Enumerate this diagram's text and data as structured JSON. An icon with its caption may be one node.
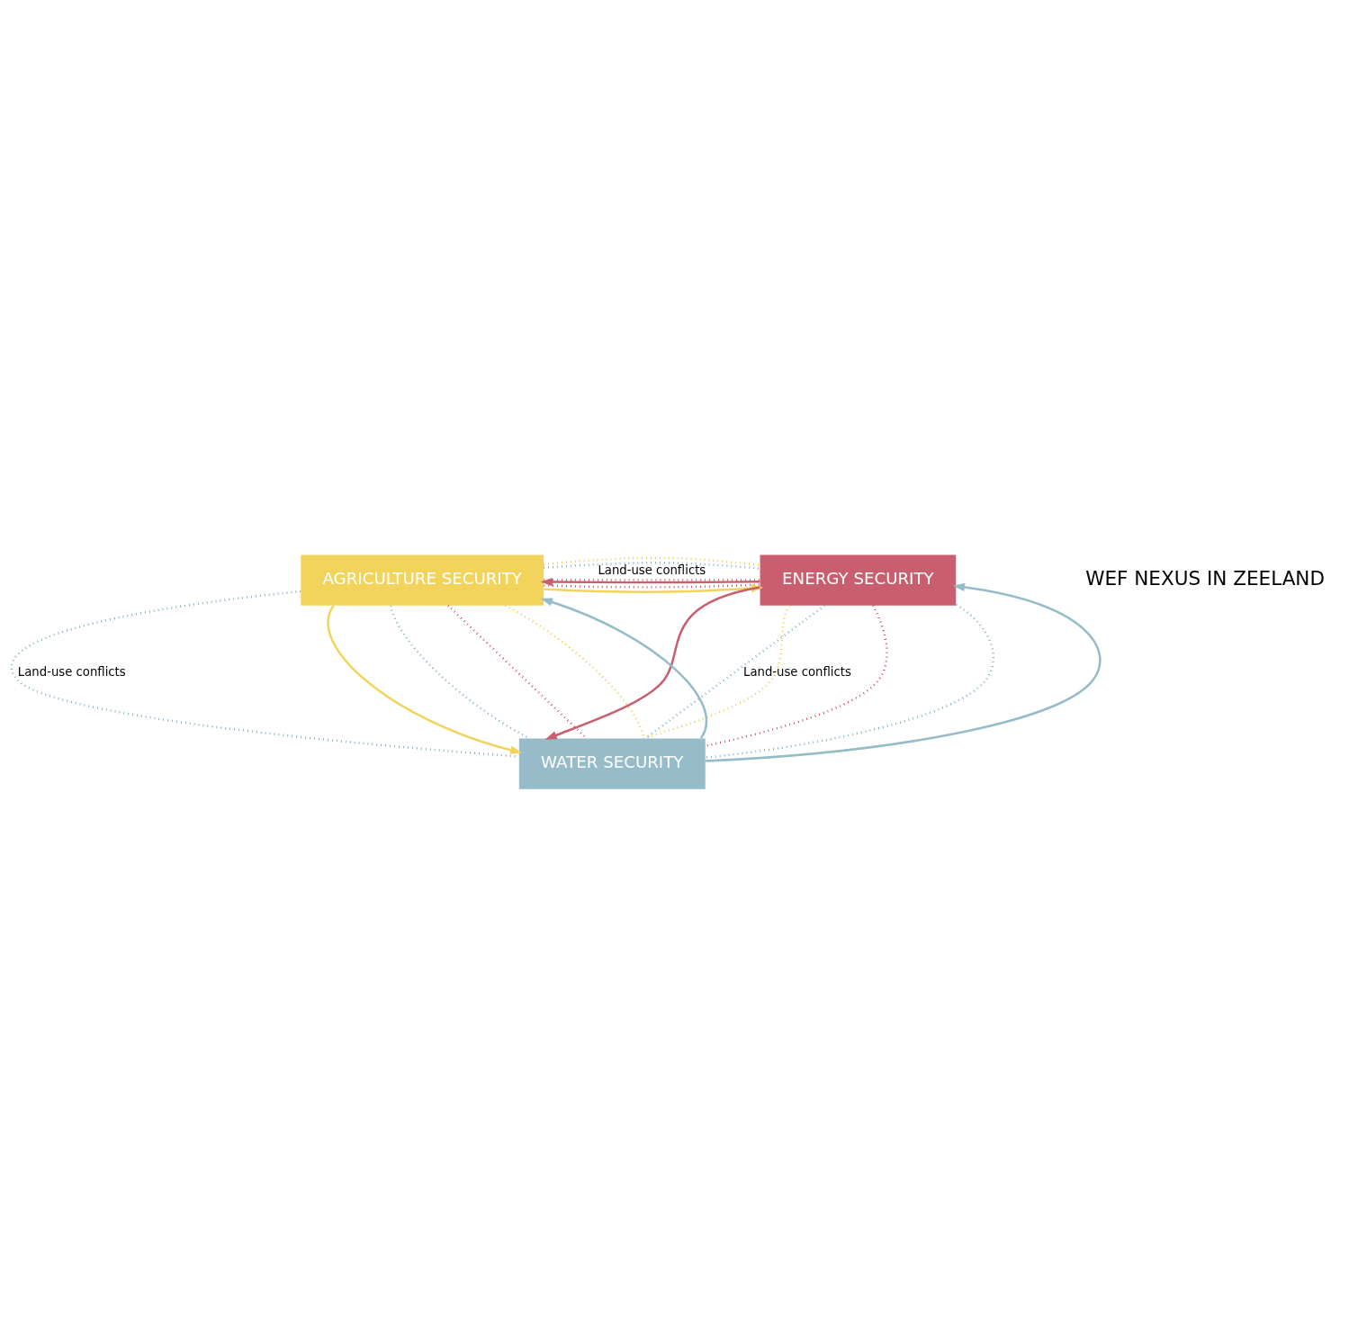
{
  "diagram": {
    "nodes": [
      {
        "text": [
          "AGRICULTURE SECURITY"
        ]
      },
      {
        "text": [
          "ENERGY SECURITY"
        ]
      },
      {
        "text": [
          "WATER SECURITY"
        ]
      }
    ],
    "edges": [
      {
        "from": 1,
        "to": 0,
        "arrow": "to",
        "color": "#c95f6e"
      },
      {
        "from": 0,
        "to": 1,
        "arrow": "none",
        "style": "dashed",
        "color": "#6fa3b8"
      },
      {
        "from": 0,
        "to": 1,
        "arrow": "none",
        "style": "dashed",
        "color": "#c0374f"
      },
      {
        "from": 0,
        "to": 1,
        "arrow": "none",
        "style": "dashed",
        "color": "#e8c53a"
      },
      {
        "from": 0,
        "to": 1,
        "arrow": "to",
        "color": "#f2d45c"
      },
      {
        "from": 0,
        "to": 1,
        "arrow": "none",
        "style": "dashed",
        "color": "#c0374f",
        "label": "Land-use conflicts"
      },
      {
        "from": 0,
        "to": 2,
        "arrow": "none",
        "style": "dashed",
        "color": "#6fa3b8",
        "label": "Land-use conflicts"
      },
      {
        "from": 1,
        "to": 2,
        "arrow": "none",
        "style": "dashed",
        "color": "#6fa3b8",
        "label": "Land-use conflicts"
      },
      {
        "from": 0,
        "to": 2,
        "arrow": "to",
        "color": "#f2d45c"
      },
      {
        "from": 0,
        "to": 2,
        "arrow": "none",
        "style": "dashed",
        "color": "#6fa3b8"
      },
      {
        "from": 0,
        "to": 2,
        "arrow": "none",
        "style": "dashed",
        "color": "#c0374f"
      },
      {
        "from": 0,
        "to": 2,
        "arrow": "none",
        "style": "dashed",
        "color": "#e8c53a"
      },
      {
        "from": 2,
        "to": 0,
        "arrow": "to",
        "color": "#95bcc8"
      },
      {
        "from": 1,
        "to": 2,
        "arrow": "to",
        "color": "#c95f6e"
      },
      {
        "from": 1,
        "to": 2,
        "arrow": "none",
        "style": "dashed",
        "color": "#e8c53a"
      },
      {
        "from": 1,
        "to": 2,
        "arrow": "none",
        "style": "dashed",
        "color": "#c0374f"
      },
      {
        "from": 1,
        "to": 2,
        "arrow": "none",
        "style": "dashed",
        "color": "#6fa3b8"
      },
      {
        "from": 2,
        "to": 1,
        "arrow": "to",
        "color": "#95bcc8"
      }
    ],
    "labels": [
      "WEF NEXUS IN ZEELAND"
    ]
  }
}
